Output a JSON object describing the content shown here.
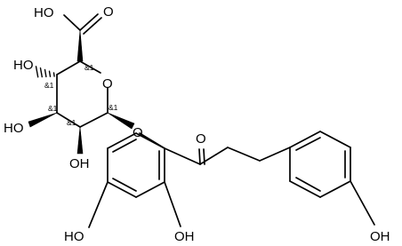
{
  "molecule": {
    "atoms": {
      "carboxyl_oh": "HO",
      "carboxyl_o": "O",
      "ring_o": "O",
      "c4_oh": "HO",
      "c3_oh": "HO",
      "c2_oh": "OH",
      "glycosidic_o": "O",
      "ketone_o": "O",
      "aryl_oh_left": "HO",
      "aryl_oh_bottom": "OH",
      "phenol_oh": "OH"
    },
    "stereo_labels": {
      "c5": "&1",
      "c4": "&1",
      "c3": "&1",
      "c2": "&1",
      "c1": "&1"
    }
  }
}
